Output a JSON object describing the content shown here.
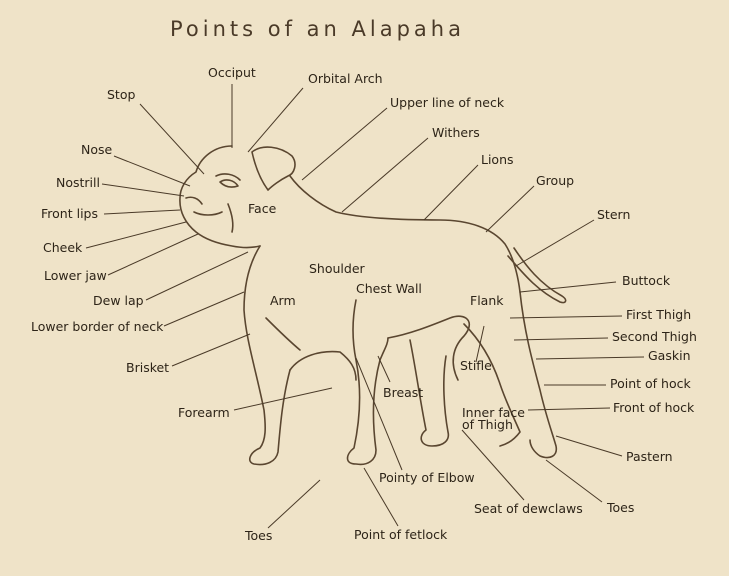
{
  "title": "Points of an Alapaha",
  "colors": {
    "background": "#efe3c8",
    "ink": "#5a4630",
    "text": "#2d2418"
  },
  "labels": {
    "occiput": "Occiput",
    "orbital_arch": "Orbital Arch",
    "stop": "Stop",
    "upper_line_of_neck": "Upper line of neck",
    "withers": "Withers",
    "nose": "Nose",
    "lions": "Lions",
    "nostrill": "Nostrill",
    "group": "Group",
    "front_lips": "Front lips",
    "face": "Face",
    "stern": "Stern",
    "cheek": "Cheek",
    "shoulder": "Shoulder",
    "lower_jaw": "Lower jaw",
    "buttock": "Buttock",
    "chest_wall": "Chest Wall",
    "dew_lap": "Dew lap",
    "arm": "Arm",
    "flank": "Flank",
    "first_thigh": "First Thigh",
    "lower_border_of_neck": "Lower border of neck",
    "second_thigh": "Second Thigh",
    "gaskin": "Gaskin",
    "brisket": "Brisket",
    "stifle": "Stifle",
    "point_of_hock": "Point of hock",
    "breast": "Breast",
    "forearm": "Forearm",
    "front_of_hock": "Front of hock",
    "inner_face_of_thigh": "Inner face\nof Thigh",
    "pastern": "Pastern",
    "pointy_of_elbow": "Pointy of Elbow",
    "seat_of_dewclaws": "Seat of dewclaws",
    "toes_hind": "Toes",
    "toes_front": "Toes",
    "point_of_fetlock": "Point of fetlock"
  }
}
